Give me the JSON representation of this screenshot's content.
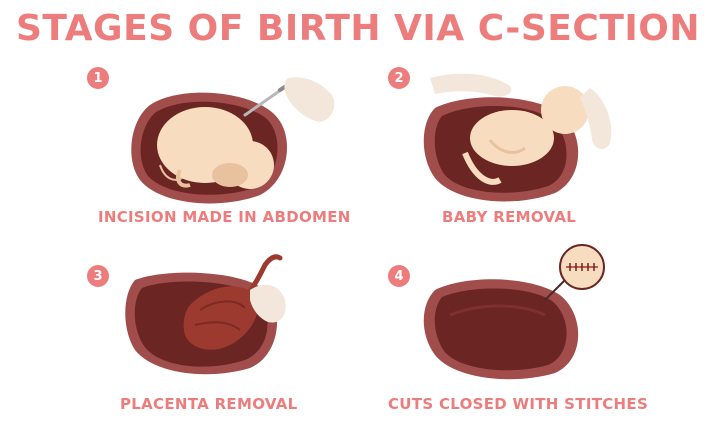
{
  "title": "STAGES OF BIRTH VIA C-SECTION",
  "colors": {
    "accent": "#ec7d7c",
    "uterus_outer": "#a14d4b",
    "uterus_inner": "#6b2523",
    "uterus_highlight": "#8a3a37",
    "baby_skin": "#f7dcc0",
    "baby_shadow": "#e8c29f",
    "placenta": "#9c3a30",
    "glove": "#f3e6da"
  },
  "stages": [
    {
      "number": "1",
      "caption": "INCISION MADE IN ABDOMEN",
      "illustration": "uterus-with-baby-and-scalpel"
    },
    {
      "number": "2",
      "caption": "BABY REMOVAL",
      "illustration": "baby-lifted-by-hands"
    },
    {
      "number": "3",
      "caption": "PLACENTA REMOVAL",
      "illustration": "placenta-pulled-out"
    },
    {
      "number": "4",
      "caption": "CUTS CLOSED WITH STITCHES",
      "illustration": "uterus-with-stitch-magnifier"
    }
  ]
}
